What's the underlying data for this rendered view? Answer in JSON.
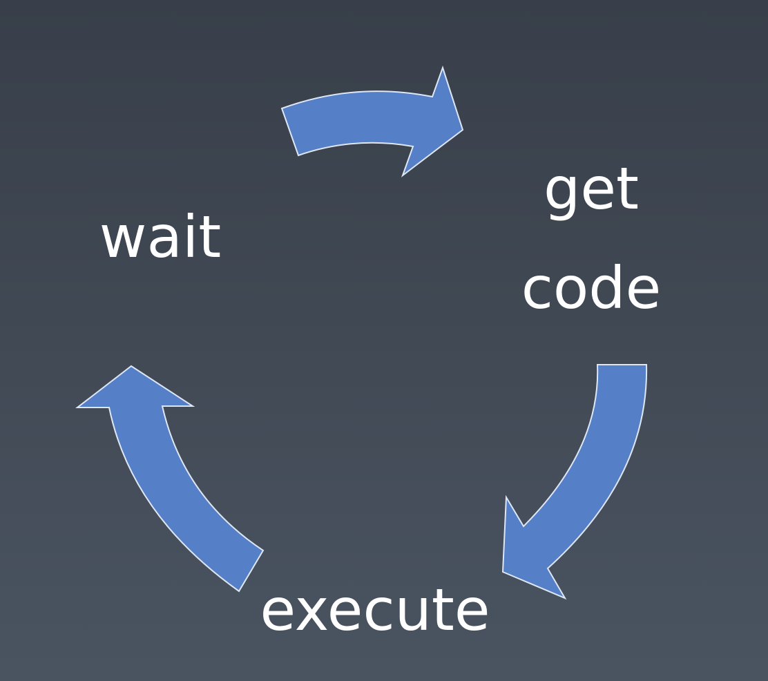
{
  "diagram": {
    "type": "cycle",
    "labels": {
      "get": "get",
      "code": "code",
      "execute": "execute",
      "wait": "wait"
    },
    "arrow_color": "#5580c8",
    "arrow_outline_color": "#dfe7f5",
    "text_color": "#ffffff",
    "flow": [
      "get code",
      "execute",
      "wait"
    ]
  }
}
